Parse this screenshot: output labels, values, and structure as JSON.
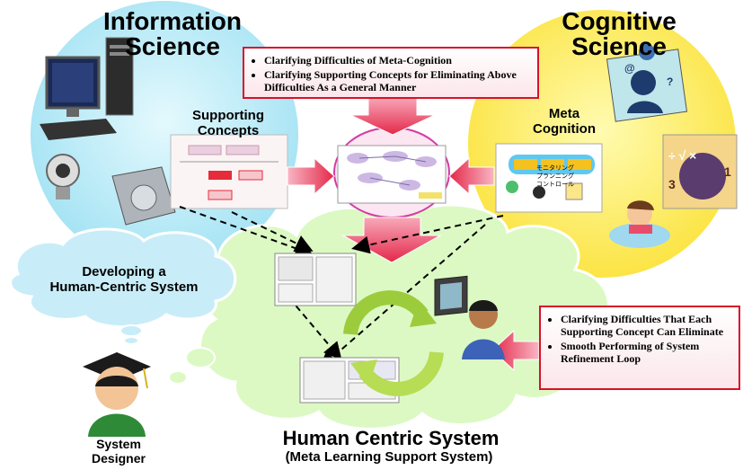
{
  "domains": {
    "info_title": "Information\nScience",
    "cog_title": "Cognitive\nScience"
  },
  "nodes": {
    "supporting_concepts": "Supporting\nConcepts",
    "meta_cognition": "Meta\nCognition",
    "developing": "Developing a\nHuman-Centric System",
    "system_designer": "System\nDesigner",
    "human_centric_title": "Human Centric System",
    "human_centric_sub": "(Meta Learning Support System)"
  },
  "top_box": {
    "items": [
      "Clarifying Difficulties of Meta-Cognition",
      "Clarifying Supporting Concepts for Eliminating Above Difficulties As a General Manner"
    ]
  },
  "right_box": {
    "items": [
      "Clarifying Difficulties That Each Supporting Concept Can Eliminate",
      "Smooth Performing of System Refinement Loop"
    ]
  },
  "cognition_diagram": {
    "label_a": "モニタリング",
    "label_b": "プランニング",
    "label_c": "コントロール"
  },
  "colors": {
    "info_circle": "#bfeef8",
    "cog_circle": "#fff25a",
    "cloud_green": "#dcf9c4",
    "cloud_blue": "#c9edf8",
    "arrow_red": "#e8344f",
    "box_border": "#d8102a"
  }
}
